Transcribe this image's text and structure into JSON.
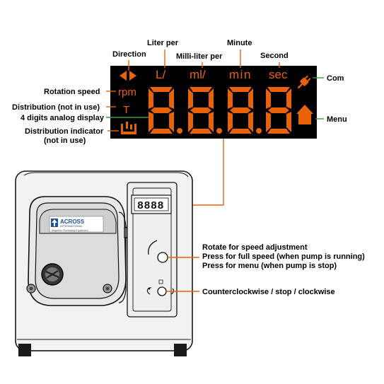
{
  "colors": {
    "lcd_orange": "#e8620a",
    "leader_green": "#3a9a3a",
    "lcd_bg": "#000000",
    "pump_body": "#f2f2f2"
  },
  "callouts": {
    "direction": "Direction",
    "liter_per": "Liter per",
    "milli_liter_per": "Milli-liter per",
    "minute": "Minute",
    "second": "Second",
    "rotation_speed": "Rotation speed",
    "distribution_not_in_use": "Distribution (not in use)",
    "four_digits": "4 digits analog display",
    "distribution_indicator_1": "Distribution indicator",
    "distribution_indicator_2": "(not in use)",
    "com": "Com",
    "menu": "Menu"
  },
  "lcd": {
    "unit_liter": "L/",
    "unit_ml": "ml/",
    "unit_min": "min",
    "unit_sec": "sec",
    "rpm": "rpm",
    "t": "T",
    "digits": "8.8.8.8"
  },
  "pump": {
    "brand": "ACROSS",
    "brand_sub": "INTERNATIONAL",
    "brand_tagline": "Magnetic Processing Equipment",
    "mini_display": "8888"
  },
  "controls": {
    "knob_line1": "Rotate for speed adjustment",
    "knob_line2": "Press for full speed (when pump is running)",
    "knob_line3": "Press for menu (when pump is stop)",
    "switch_label": "Counterclockwise / stop / clockwise"
  }
}
